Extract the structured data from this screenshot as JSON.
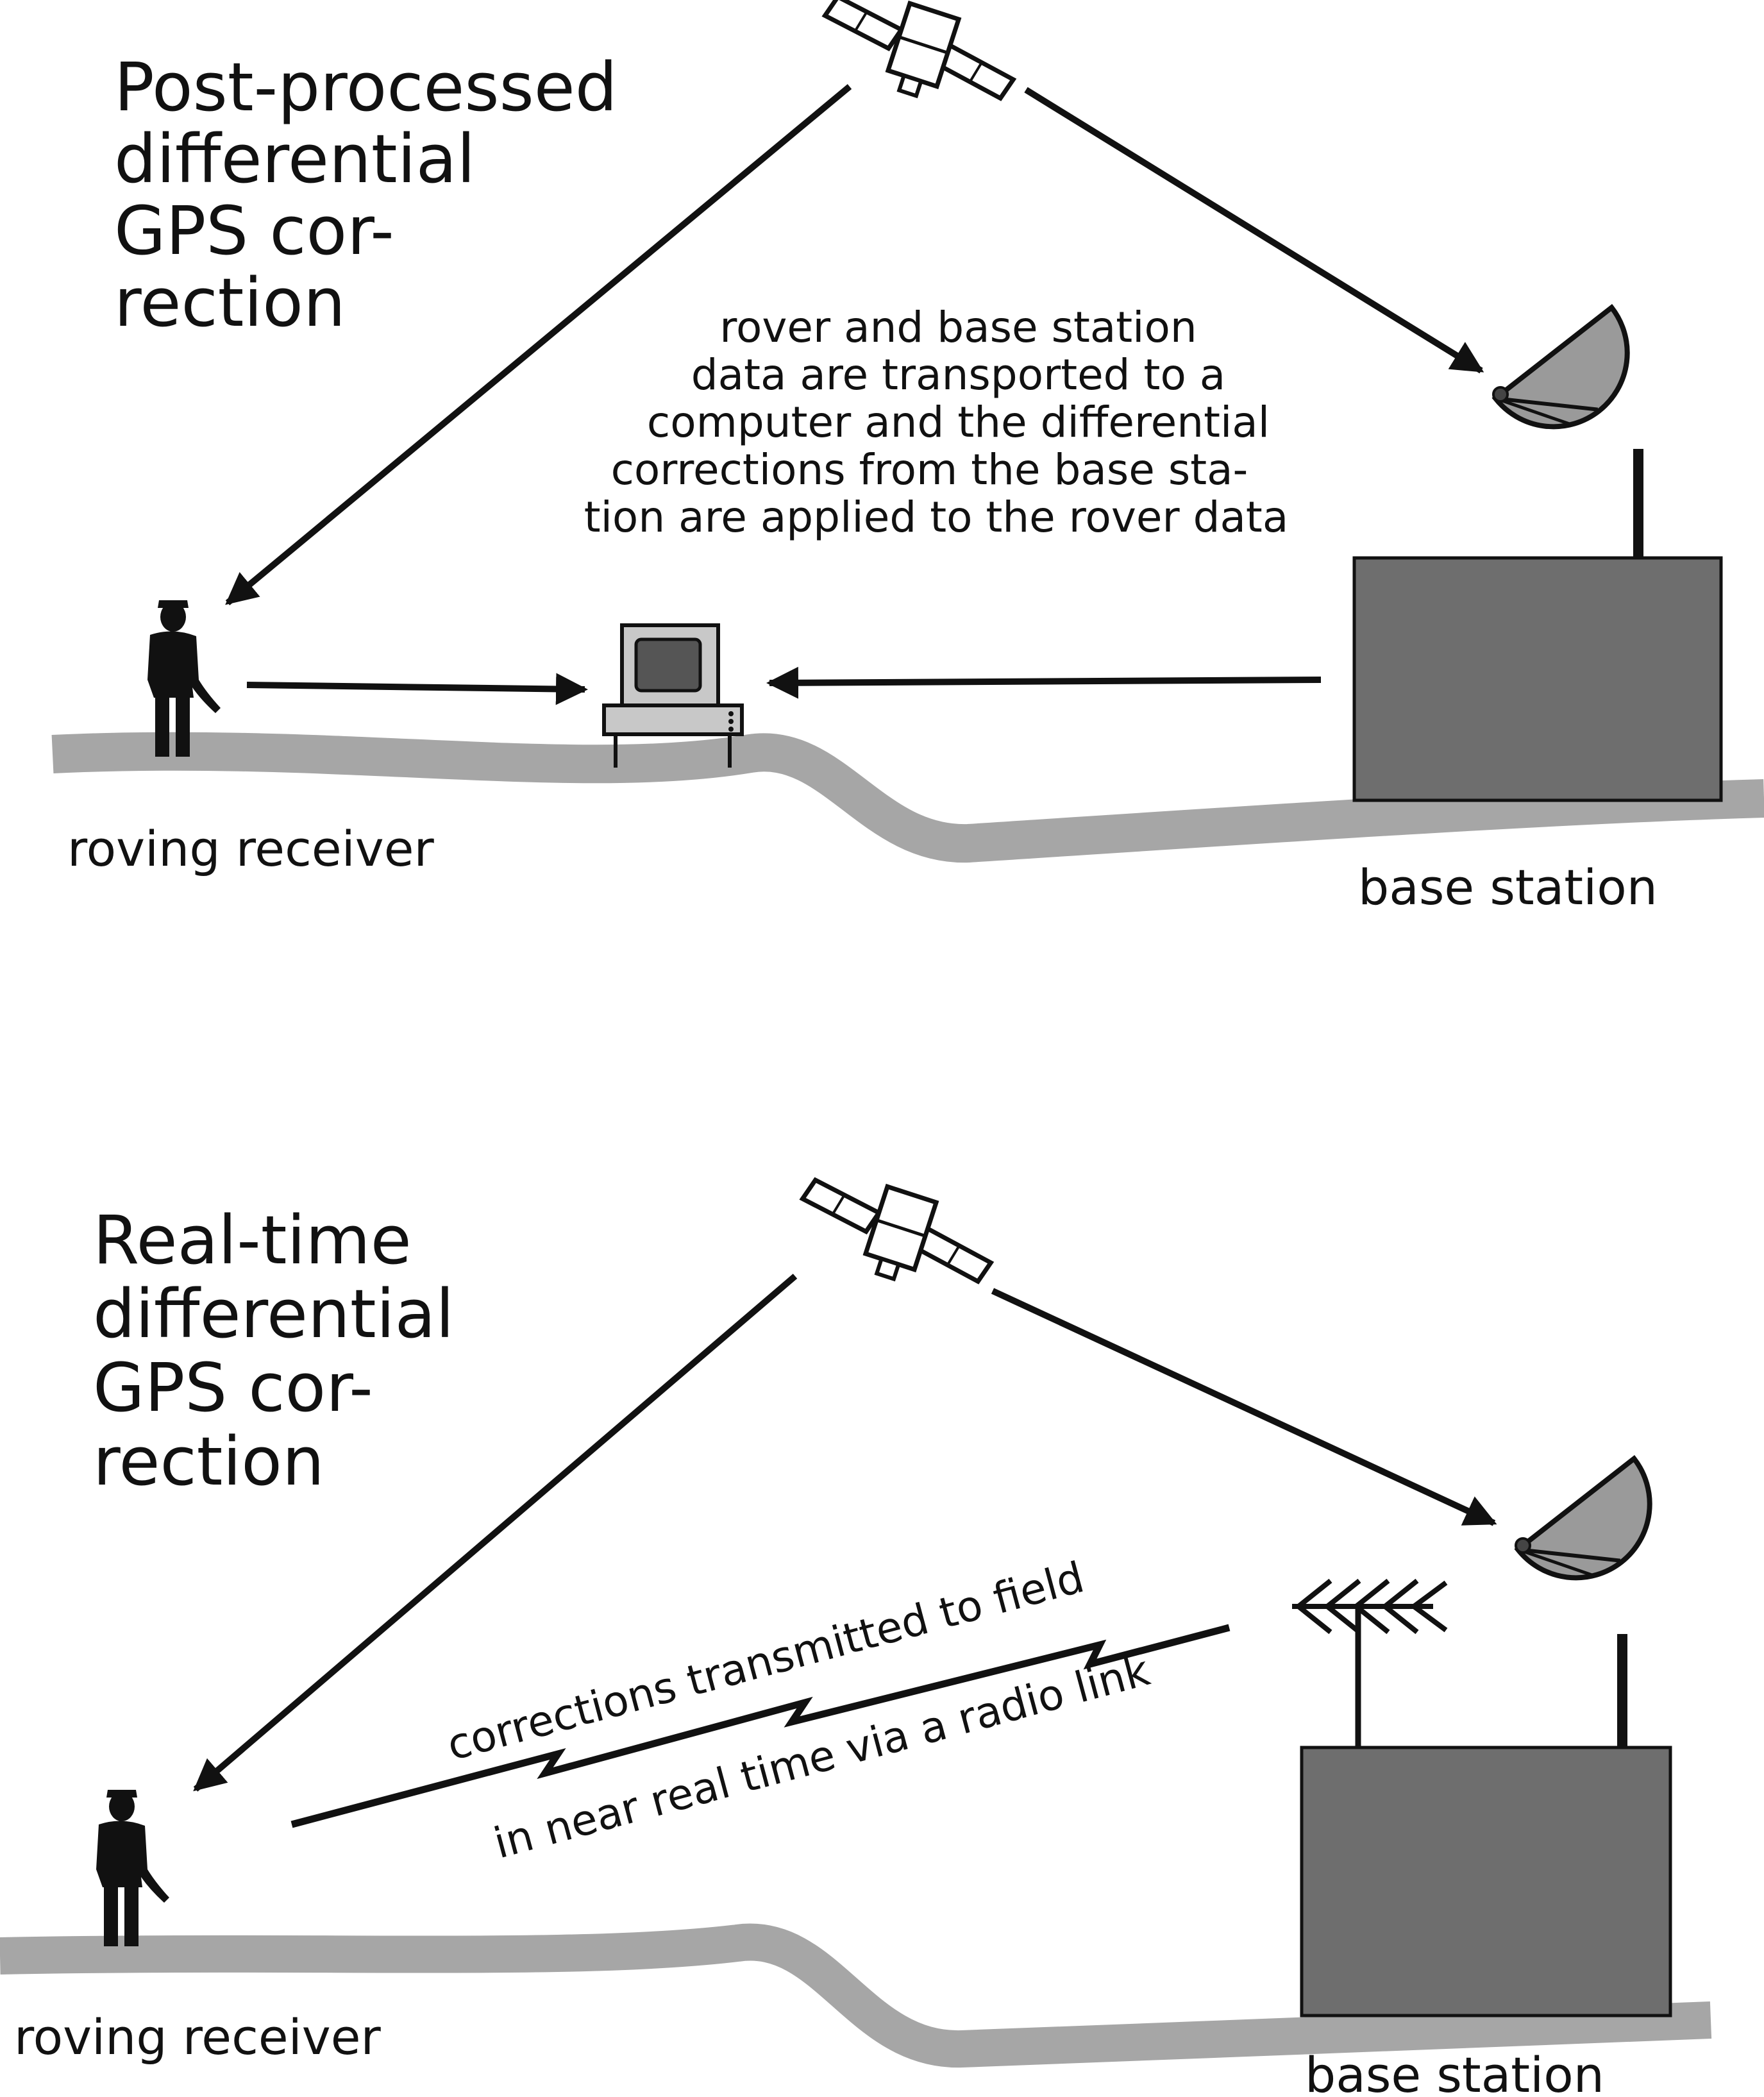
{
  "panels": {
    "post_processed": {
      "title_lines": [
        "Post-processed",
        "differential",
        "GPS cor-",
        "rection"
      ],
      "note_lines": [
        "rover and base station",
        "data are transported to a",
        "computer and the differential",
        "corrections from the base sta-",
        "tion are applied to the rover data"
      ],
      "rover_label": "roving receiver",
      "base_label": "base station"
    },
    "real_time": {
      "title_lines": [
        "Real-time",
        "differential",
        "GPS cor-",
        "rection"
      ],
      "radio_label_top": "corrections transmitted to field",
      "radio_label_bottom": "in near real time via a radio link",
      "rover_label": "roving receiver",
      "base_label": "base station"
    }
  },
  "colors": {
    "ground": "#a6a6a6",
    "building": "#6e6e6e",
    "ink": "#111111",
    "dish": "#9a9a9a",
    "computer_case": "#c8c8c8",
    "screen": "#555555"
  },
  "icons": [
    "satellite-icon",
    "person-icon",
    "dish-antenna-icon",
    "computer-icon",
    "yagi-antenna-icon"
  ]
}
